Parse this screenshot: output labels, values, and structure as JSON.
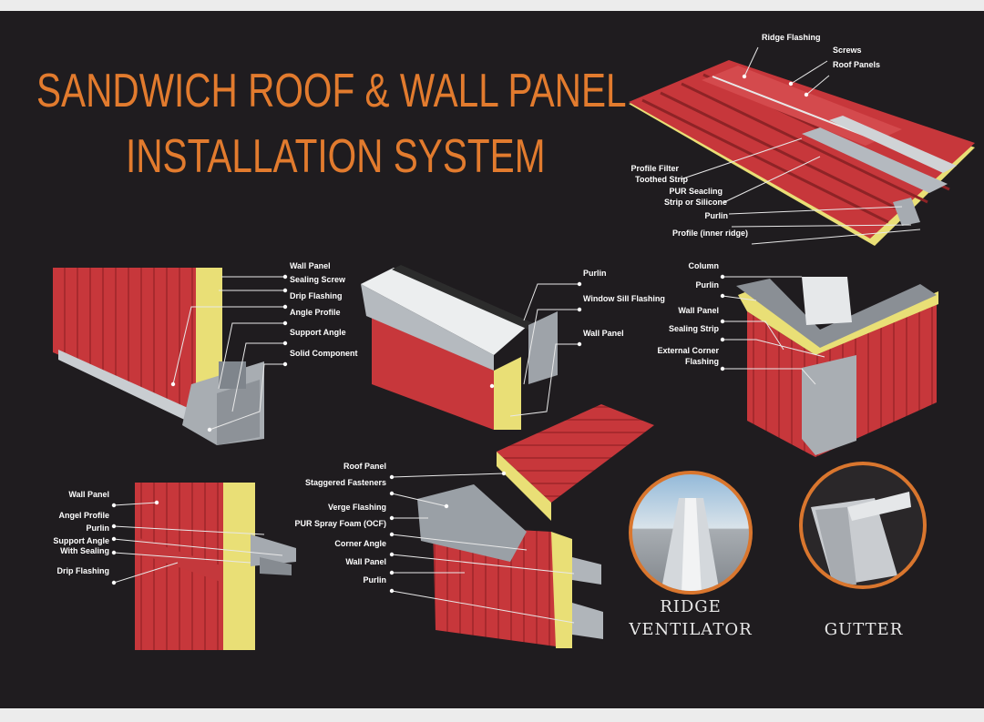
{
  "title": {
    "line1": "SANDWICH ROOF & WALL PANEL",
    "line2": "INSTALLATION SYSTEM"
  },
  "roof_detail": {
    "labels": {
      "ridge_flashing": "Ridge Flashing",
      "screws": "Screws",
      "roof_panels": "Roof Panels",
      "profile_filter": "Profile Filter",
      "toothed_strip": "Toothed Strip",
      "pur_sealing": "PUR Seacling",
      "strip_or_silicone": "Strip or Silicone",
      "purlin": "Purlin",
      "profile_inner_ridge": "Profile (inner ridge)"
    }
  },
  "wall_base_detail": {
    "labels": {
      "wall_panel": "Wall Panel",
      "sealing_screw": "Sealing Screw",
      "drip_flashing": "Drip Flashing",
      "angle_profile": "Angle Profile",
      "support_angle": "Support Angle",
      "solid_component": "Solid Component"
    }
  },
  "window_sill_detail": {
    "labels": {
      "purlin": "Purlin",
      "window_sill_flashing": "Window Sill Flashing",
      "wall_panel": "Wall Panel"
    }
  },
  "corner_detail": {
    "labels": {
      "column": "Column",
      "purlin": "Purlin",
      "wall_panel": "Wall Panel",
      "sealing_strip": "Sealing Strip",
      "external_corner_1": "External Corner",
      "external_corner_2": "Flashing"
    }
  },
  "wall_drip_detail": {
    "labels": {
      "wall_panel": "Wall Panel",
      "angel_profile": "Angel Profile",
      "purlin": "Purlin",
      "support_angle_1": "Support Angle",
      "support_angle_2": "With Sealing",
      "drip_flashing": "Drip Flashing"
    }
  },
  "verge_detail": {
    "labels": {
      "roof_panel": "Roof Panel",
      "staggered_fasteners": "Staggered Fasteners",
      "verge_flashing": "Verge Flashing",
      "pur_spray_foam": "PUR Spray Foam (OCF)",
      "corner_angle": "Corner Angle",
      "wall_panel": "Wall Panel",
      "purlin": "Purlin"
    }
  },
  "ridge_ventilator": {
    "line1": "RIDGE",
    "line2": "VENTILATOR"
  },
  "gutter": {
    "label": "GUTTER"
  },
  "colors": {
    "background": "#1f1c1f",
    "title": "#e27b2e",
    "panel_red": "#c7373b",
    "insulation": "#e9df76",
    "steel": "#9fa4ab",
    "circle_ring": "#d9762e"
  }
}
